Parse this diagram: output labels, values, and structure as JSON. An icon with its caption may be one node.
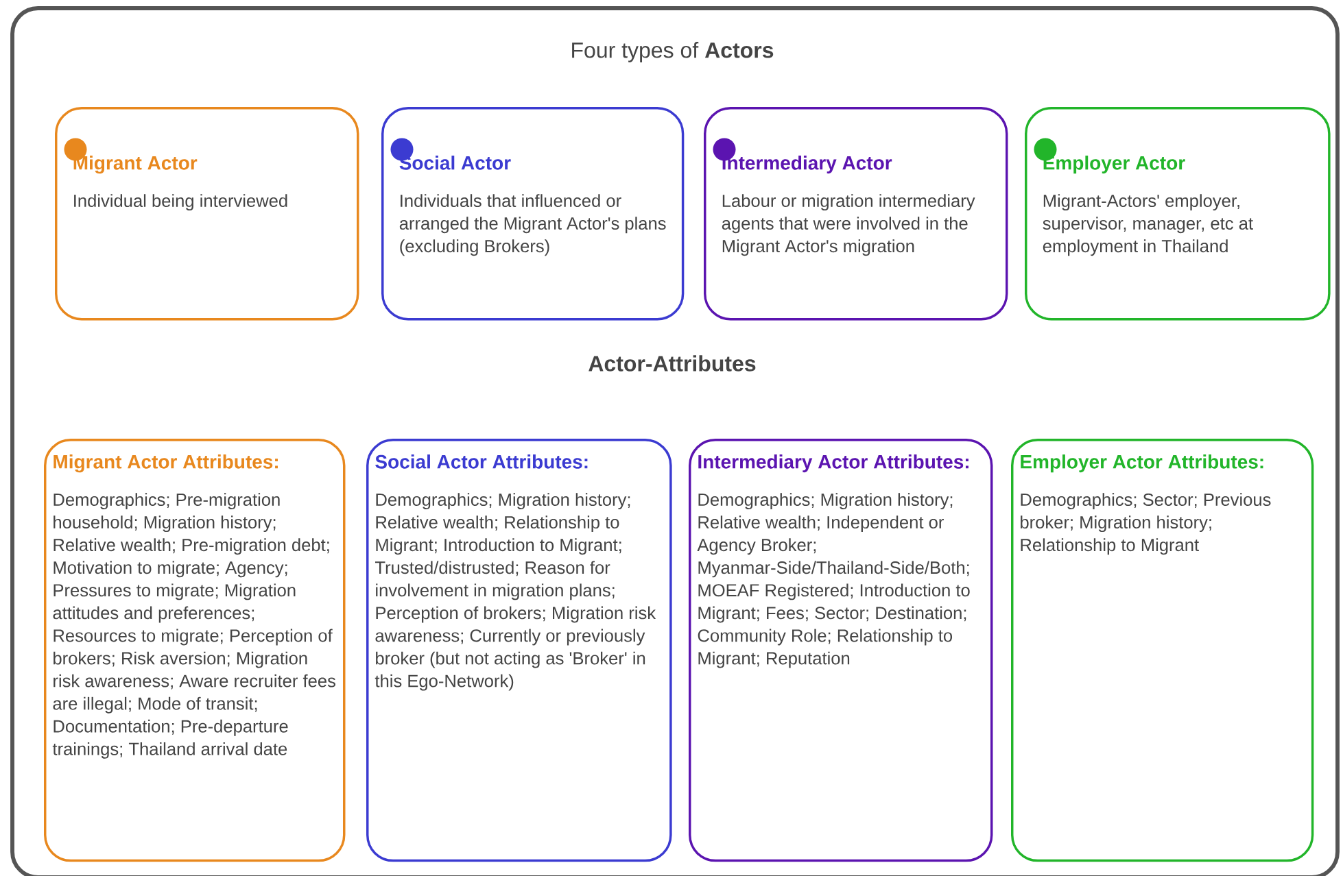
{
  "diagram": {
    "title": "Four types of **Actors**",
    "nodes": [
      {
        "text": [
          "Migrant Actor",
          "Individual being interviewed"
        ]
      },
      {
        "text": [
          "Social Actor",
          "Individuals that influenced or arranged the Migrant Actor's plans (excluding Brokers)"
        ]
      },
      {
        "text": [
          "Intermediary Actor",
          "Labour or migration intermediary agents that were involved in the Migrant Actor's migration"
        ]
      },
      {
        "text": [
          "Employer Actor",
          "Migrant-Actors' employer, supervisor, manager, etc at employment in Thailand"
        ]
      },
      {
        "text": [
          "Migrant Actor Attributes:",
          "Demographics; Pre-migration household; Migration history; Relative wealth; Pre-migration debt; Motivation to migrate; Agency; Pressures to migrate; Migration attitudes and preferences; Resources to migrate; Perception of brokers; Risk aversion; Migration risk awareness; Aware recruiter fees are illegal; Mode of transit; Documentation; Pre-departure trainings; Thailand arrival date"
        ]
      },
      {
        "text": [
          "Social Actor Attributes:",
          "Demographics; Migration history; Relative wealth; Relationship to Migrant; Introduction to Migrant; Trusted/distrusted; Reason for involvement in migration plans; Perception of brokers; Migration risk awareness; Currently or previously broker (but not acting as 'Broker' in this Ego-Network)"
        ]
      },
      {
        "text": [
          "Intermediary Actor Attributes:",
          "Demographics; Migration history; Relative wealth; Independent or Agency Broker; Myanmar-Side/Thailand-Side/Both; MOEAF Registered; Introduction to Migrant; Fees; Sector; Destination; Community Role; Relationship to Migrant; Reputation"
        ]
      },
      {
        "text": [
          "Employer Actor Attributes:",
          "Demographics; Sector; Previous broker; Migration history; Relationship to Migrant"
        ]
      }
    ],
    "labels": [
      "Actor-Attributes"
    ]
  }
}
